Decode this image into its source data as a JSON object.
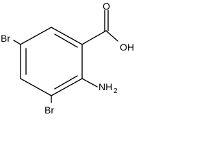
{
  "molecule": {
    "labels": {
      "oxygen_double": "O",
      "hydroxyl": "OH",
      "amine_main": "NH",
      "amine_sub": "2",
      "bromine_left": "Br",
      "bromine_bottom": "Br"
    }
  }
}
